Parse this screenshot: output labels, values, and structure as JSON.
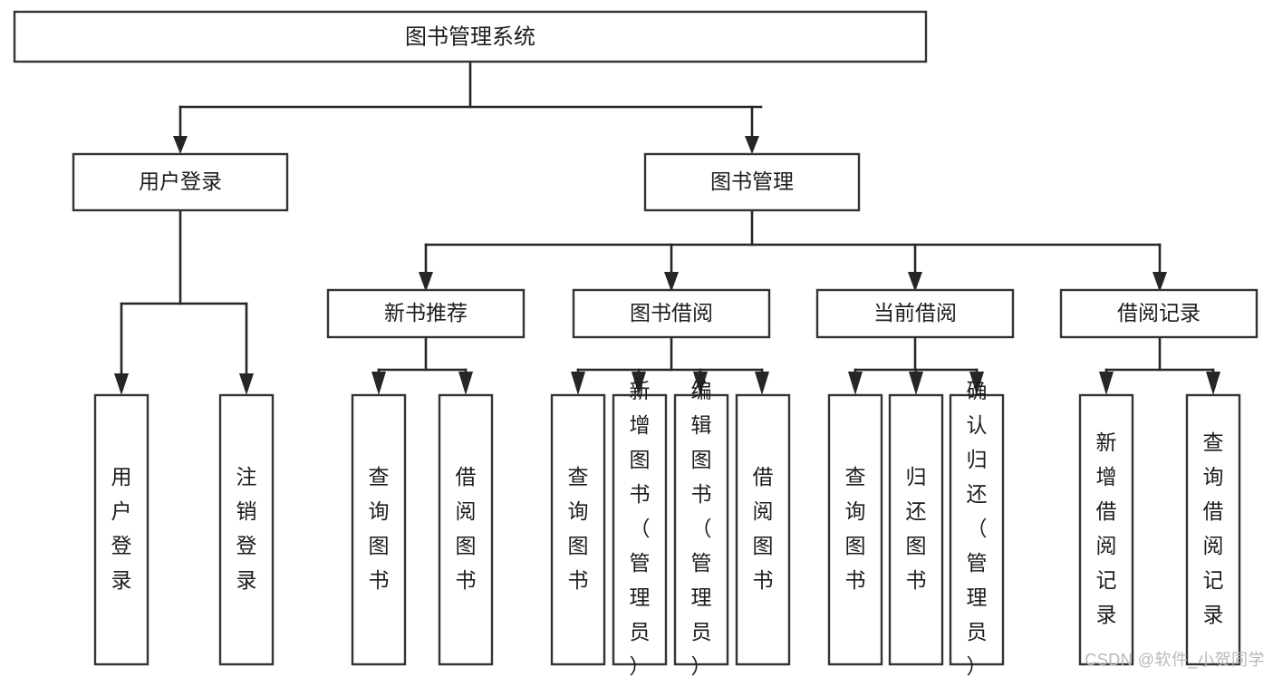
{
  "diagram": {
    "type": "tree-hierarchy-chart",
    "title": "图书管理系统",
    "watermark": "CSDN @软件_小贺同学",
    "colors": {
      "box_stroke": "#333333",
      "box_fill": "#ffffff",
      "connector": "#262626",
      "text": "#1c1c1c",
      "watermark": "#b9b9b9",
      "background": "#ffffff"
    },
    "levels": {
      "root": "图书管理系统",
      "level2": [
        "用户登录",
        "图书管理"
      ],
      "level3": [
        "新书推荐",
        "图书借阅",
        "当前借阅",
        "借阅记录"
      ]
    },
    "nodes": {
      "root": {
        "label": "图书管理系统"
      },
      "user_login": {
        "label": "用户登录"
      },
      "book_manage": {
        "label": "图书管理"
      },
      "new_book_rec": {
        "label": "新书推荐"
      },
      "book_borrow": {
        "label": "图书借阅"
      },
      "current_borrow": {
        "label": "当前借阅"
      },
      "borrow_record": {
        "label": "借阅记录"
      }
    },
    "leaves": {
      "user_login": [
        {
          "label": "用户登录"
        },
        {
          "label": "注销登录"
        }
      ],
      "new_book_rec": [
        {
          "label": "查询图书"
        },
        {
          "label": "借阅图书"
        }
      ],
      "book_borrow": [
        {
          "label": "查询图书"
        },
        {
          "label": "新增图书（管理员）"
        },
        {
          "label": "编辑图书（管理员）"
        },
        {
          "label": "借阅图书"
        }
      ],
      "current_borrow": [
        {
          "label": "查询图书"
        },
        {
          "label": "归还图书"
        },
        {
          "label": "确认归还（管理员）"
        }
      ],
      "borrow_record": [
        {
          "label": "新增借阅记录"
        },
        {
          "label": "查询借阅记录"
        }
      ]
    }
  }
}
